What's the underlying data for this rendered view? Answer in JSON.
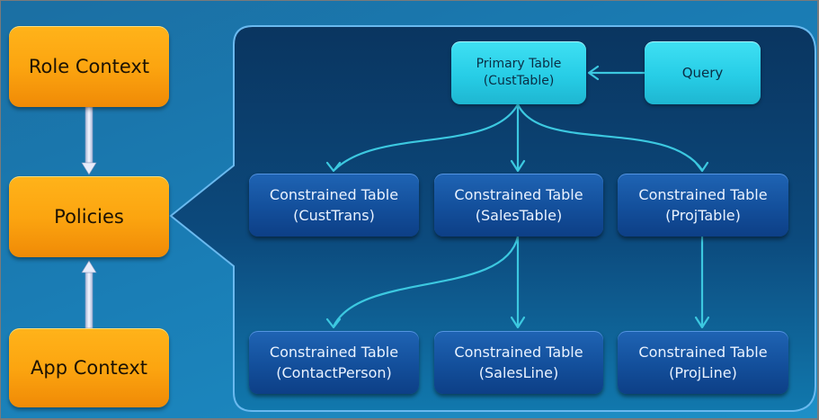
{
  "diagram": {
    "left_column": {
      "role_context": "Role Context",
      "policies": "Policies",
      "app_context": "App Context"
    },
    "primary_table": {
      "line1": "Primary Table",
      "line2": "(CustTable)"
    },
    "query": "Query",
    "constrained_tables": [
      {
        "line1": "Constrained Table",
        "line2": "(CustTrans)"
      },
      {
        "line1": "Constrained Table",
        "line2": "(SalesTable)"
      },
      {
        "line1": "Constrained Table",
        "line2": "(ProjTable)"
      },
      {
        "line1": "Constrained Table",
        "line2": "(ContactPerson)"
      },
      {
        "line1": "Constrained Table",
        "line2": "(SalesLine)"
      },
      {
        "line1": "Constrained Table",
        "line2": "(ProjLine)"
      }
    ],
    "colors": {
      "background": "#1a7db5",
      "panel": "#0b3f6d",
      "orange": "#fca510",
      "cyan": "#27cde6",
      "navy": "#134f9b",
      "connector": "#3cc8e0"
    }
  }
}
